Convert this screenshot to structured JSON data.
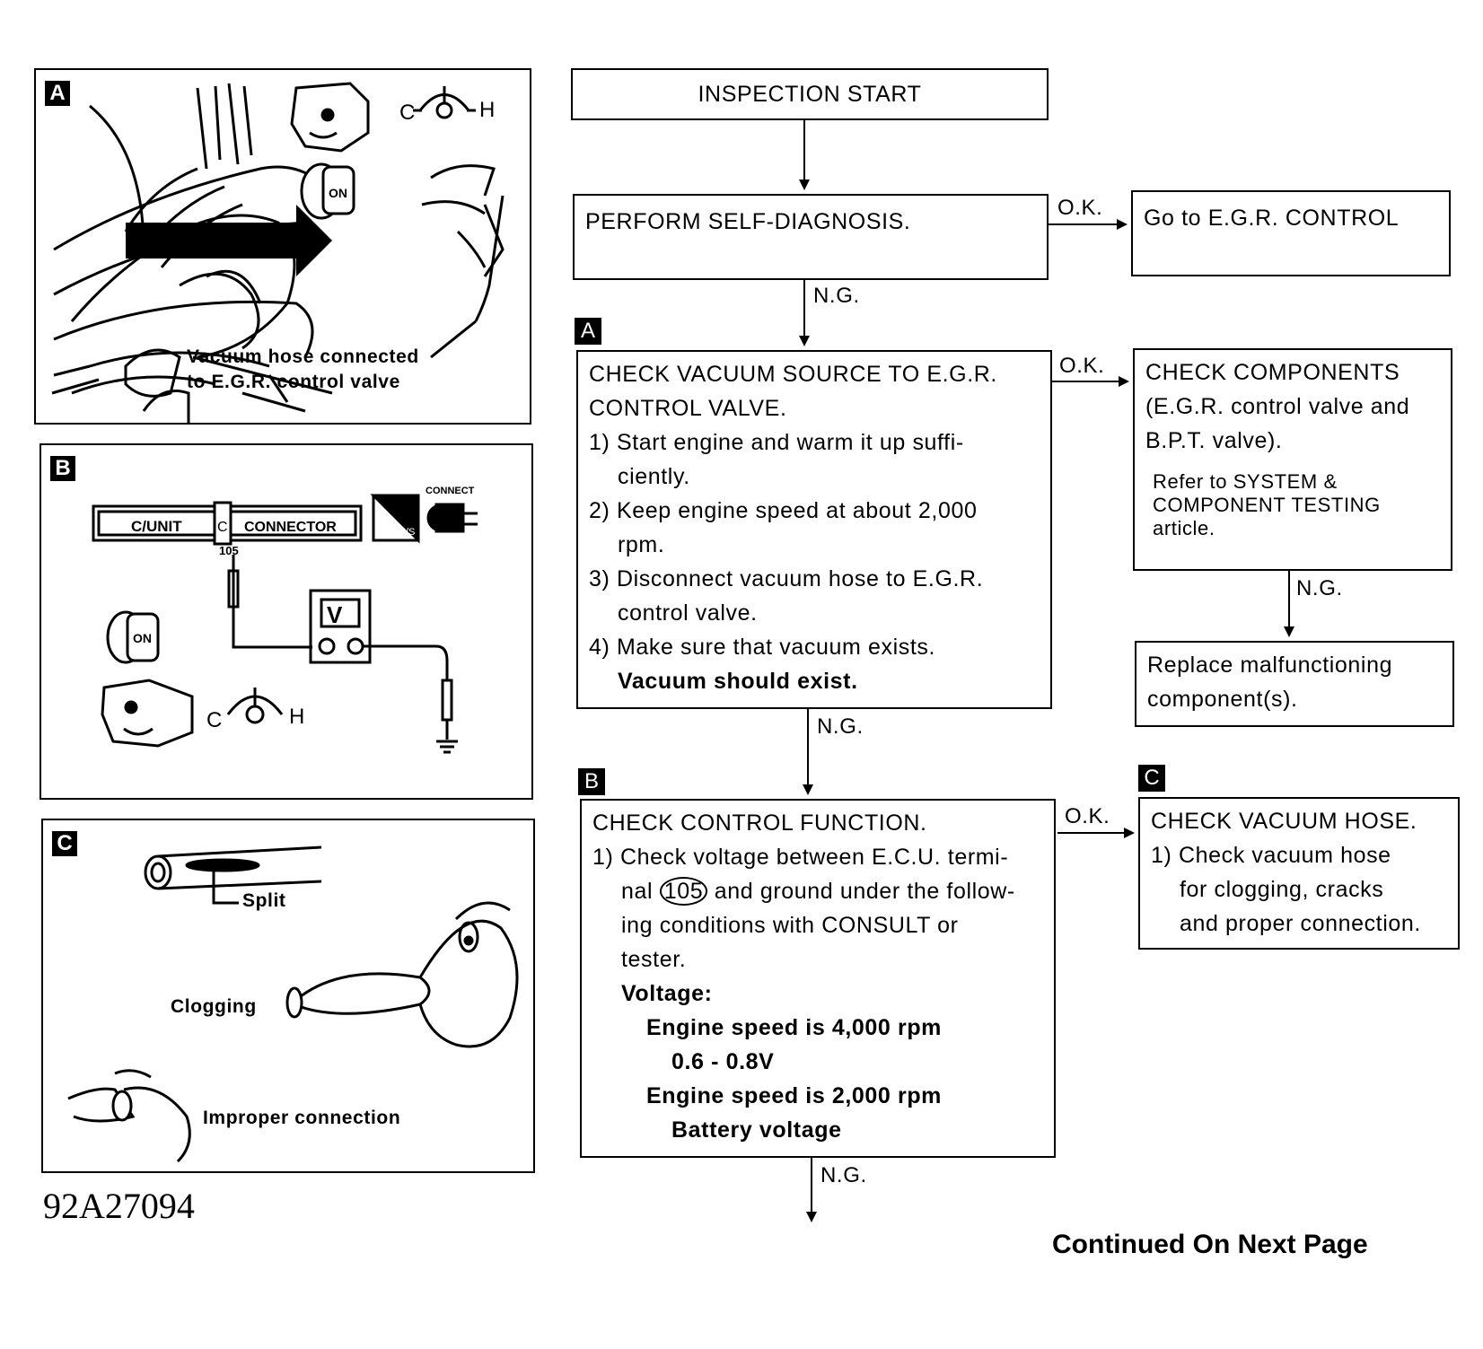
{
  "panels": {
    "a": {
      "tag": "A",
      "caption_line1": "Vacuum hose connected",
      "caption_line2": "to E.G.R. control valve",
      "gauge_c": "C",
      "gauge_h": "H",
      "key_on": "ON"
    },
    "b": {
      "tag": "B",
      "cunit": "C/UNIT",
      "connector_c": "C",
      "connector": "CONNECTOR",
      "terminal": "105",
      "meter": "V",
      "connect": "CONNECT",
      "hs": "H/S",
      "gauge_c": "C",
      "gauge_h": "H",
      "key_on": "ON"
    },
    "c": {
      "tag": "C",
      "split": "Split",
      "clogging": "Clogging",
      "improper": "Improper connection"
    }
  },
  "flow": {
    "start": "INSPECTION START",
    "self_diag": "PERFORM SELF-DIAGNOSIS.",
    "goto_egr": "Go to E.G.R. CONTROL",
    "tag_a": "A",
    "tag_b": "B",
    "tag_c": "C",
    "check_vacuum": {
      "title1": "CHECK VACUUM SOURCE TO E.G.R.",
      "title2": "CONTROL VALVE.",
      "s1a": "1) Start engine and warm it up suffi-",
      "s1b": "ciently.",
      "s2a": "2) Keep engine speed at about 2,000",
      "s2b": "rpm.",
      "s3a": "3) Disconnect vacuum hose to E.G.R.",
      "s3b": "control valve.",
      "s4": "4) Make sure that vacuum exists.",
      "result": "Vacuum should exist."
    },
    "check_components": {
      "title1": "CHECK COMPONENTS",
      "title2": "(E.G.R. control valve and",
      "title3": "B.P.T. valve).",
      "note1": "Refer to SYSTEM &",
      "note2": "COMPONENT TESTING",
      "note3": "article."
    },
    "replace": {
      "line1": "Replace malfunctioning",
      "line2": "component(s)."
    },
    "check_control": {
      "title": "CHECK CONTROL FUNCTION.",
      "s1a": "1) Check voltage between E.C.U. termi-",
      "s1b_pre": "nal ",
      "s1b_term": "105",
      "s1b_post": " and ground under the follow-",
      "s1c": "ing conditions with CONSULT or",
      "s1d": "tester.",
      "voltage": "Voltage:",
      "c1": "Engine speed is 4,000 rpm",
      "v1": "0.6 - 0.8V",
      "c2": "Engine speed is 2,000 rpm",
      "v2": "Battery voltage"
    },
    "check_hose": {
      "title": "CHECK VACUUM HOSE.",
      "s1a": "1) Check vacuum hose",
      "s1b": "for clogging, cracks",
      "s1c": "and proper connection."
    },
    "ok": "O.K.",
    "ng": "N.G."
  },
  "footer": {
    "continued": "Continued On Next Page",
    "figure_id": "92A27094"
  }
}
